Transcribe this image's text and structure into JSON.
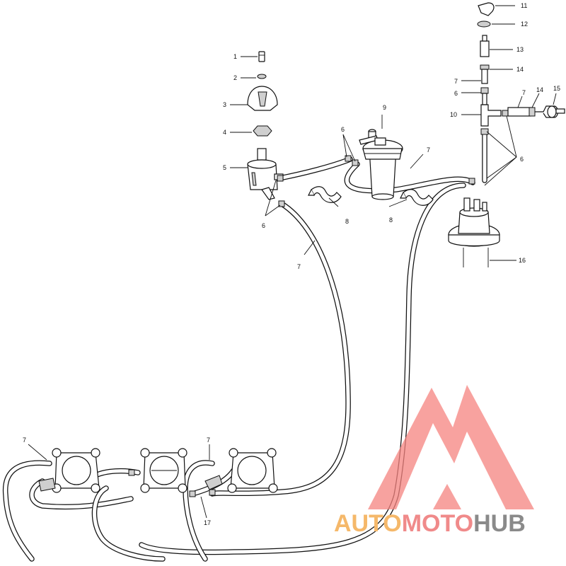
{
  "callouts": [
    {
      "id": "c1",
      "text": "1"
    },
    {
      "id": "c2",
      "text": "2"
    },
    {
      "id": "c3",
      "text": "3"
    },
    {
      "id": "c4",
      "text": "4"
    },
    {
      "id": "c5",
      "text": "5"
    },
    {
      "id": "c6a",
      "text": "6"
    },
    {
      "id": "c6b",
      "text": "6"
    },
    {
      "id": "c6c",
      "text": "6"
    },
    {
      "id": "c6d",
      "text": "6"
    },
    {
      "id": "c7a",
      "text": "7"
    },
    {
      "id": "c7b",
      "text": "7"
    },
    {
      "id": "c7c",
      "text": "7"
    },
    {
      "id": "c7d",
      "text": "7"
    },
    {
      "id": "c7e",
      "text": "7"
    },
    {
      "id": "c7f",
      "text": "7"
    },
    {
      "id": "c8a",
      "text": "8"
    },
    {
      "id": "c8b",
      "text": "8"
    },
    {
      "id": "c9",
      "text": "9"
    },
    {
      "id": "c10",
      "text": "10"
    },
    {
      "id": "c11",
      "text": "11"
    },
    {
      "id": "c12",
      "text": "12"
    },
    {
      "id": "c13",
      "text": "13"
    },
    {
      "id": "c14a",
      "text": "14"
    },
    {
      "id": "c14b",
      "text": "14"
    },
    {
      "id": "c15",
      "text": "15"
    },
    {
      "id": "c16",
      "text": "16"
    },
    {
      "id": "c17",
      "text": "17"
    }
  ],
  "watermark": {
    "word_a": "AUTO",
    "word_b": "MOTO",
    "word_c": "HUB",
    "color_a": "#f5b86a",
    "color_b": "#f08a8a",
    "color_c": "#8a8a8a"
  },
  "colors": {
    "line": "#111111",
    "logo": "#f5837f"
  }
}
